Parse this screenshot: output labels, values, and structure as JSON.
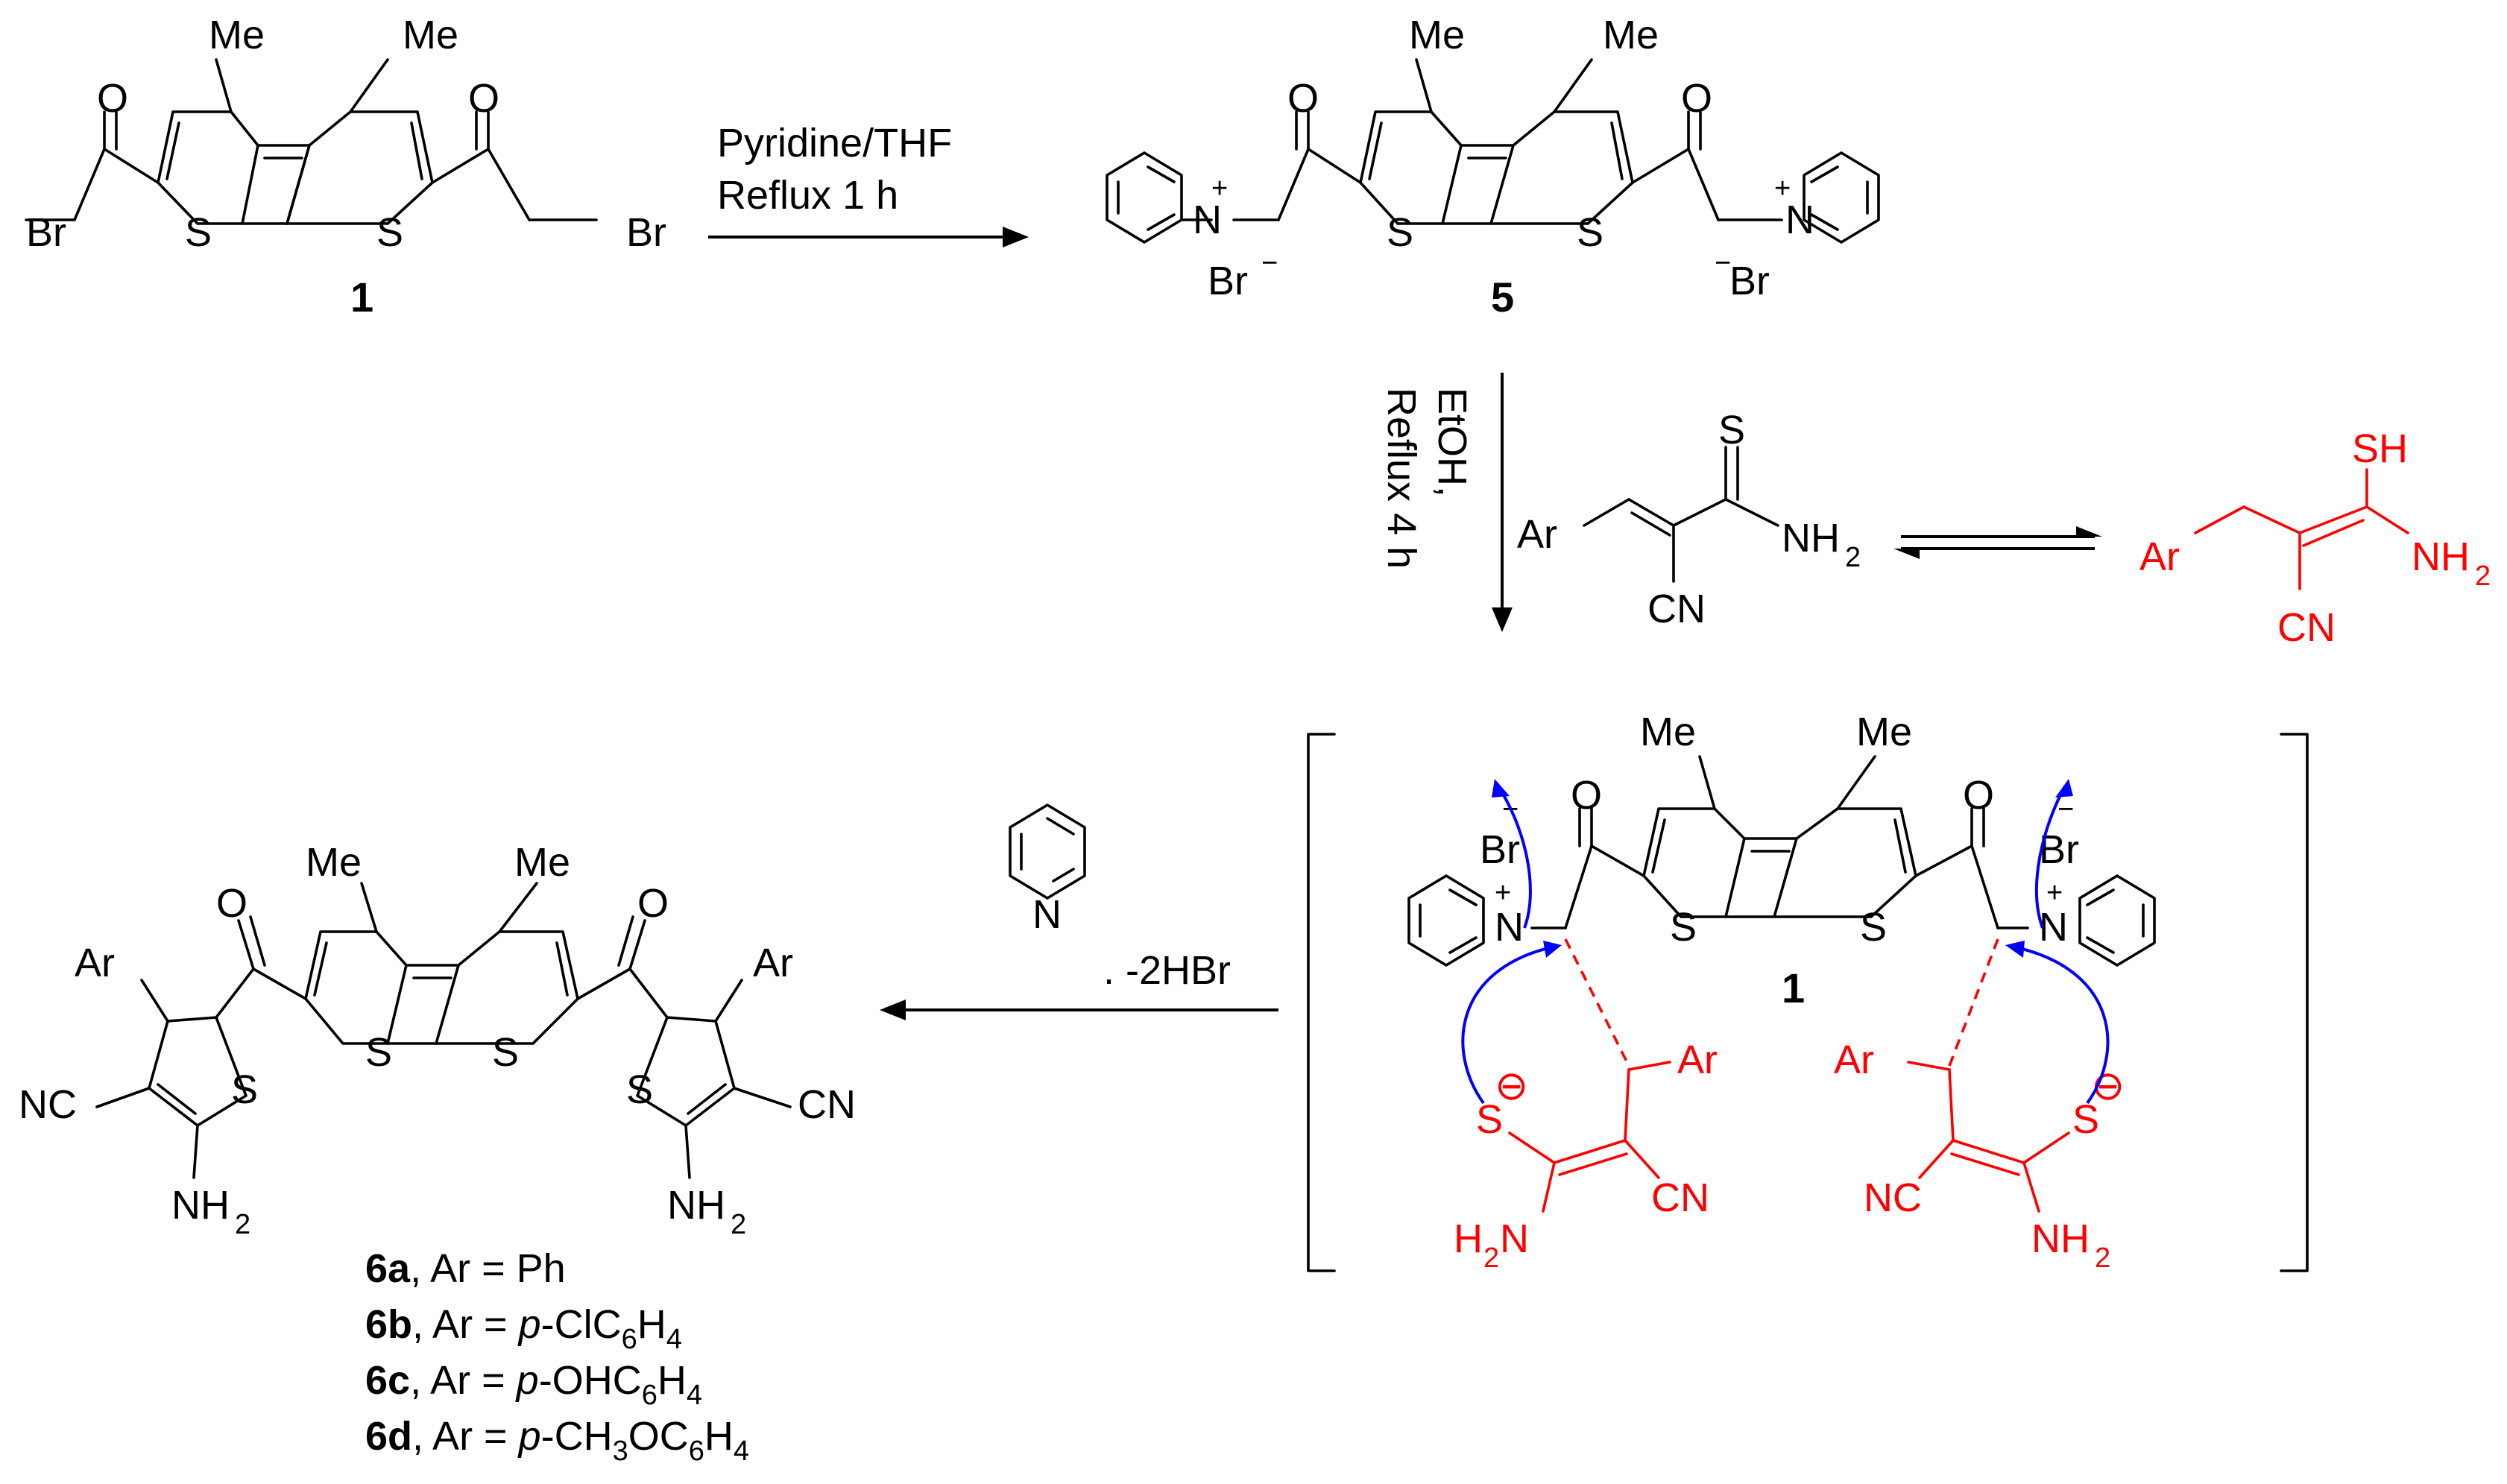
{
  "reagents": {
    "step1_line1": "Pyridine/THF",
    "step1_line2": "Reflux 1 h",
    "step2_line1": "EtOH,",
    "step2_line2": "Reflux 4 h",
    "step3_byproduct": ". -2HBr"
  },
  "compounds": {
    "c1": "1",
    "c5": "5",
    "c1_intermediate": "1"
  },
  "atoms": {
    "me": "Me",
    "s": "S",
    "o": "O",
    "n": "N",
    "br": "Br",
    "ar": "Ar",
    "cn": "CN",
    "nc": "NC",
    "nh": "NH",
    "h": "H",
    "sh": "SH",
    "two": "2",
    "plus": "+",
    "minus": "−",
    "s_anion": "S",
    "minus_circle": "⊖"
  },
  "products": [
    {
      "code": "6a",
      "rest": ", Ar = Ph"
    },
    {
      "code": "6b",
      "rest_prefix": ", Ar = ",
      "italic": "p",
      "rest_suffix": "-ClC",
      "sub1": "6",
      "mid": "H",
      "sub2": "4"
    },
    {
      "code": "6c",
      "rest_prefix": ", Ar = ",
      "italic": "p",
      "rest_suffix": "-OHC",
      "sub1": "6",
      "mid": "H",
      "sub2": "4"
    },
    {
      "code": "6d",
      "rest_prefix": ", Ar = ",
      "italic": "p",
      "rest_suffix": "-CH",
      "sub0": "3",
      "oc": "OC",
      "sub1": "6",
      "mid": "H",
      "sub2": "4"
    }
  ],
  "colors": {
    "bond": "#000000",
    "tautomer": "#ff0000",
    "curly_arrow": "#0000ff"
  }
}
